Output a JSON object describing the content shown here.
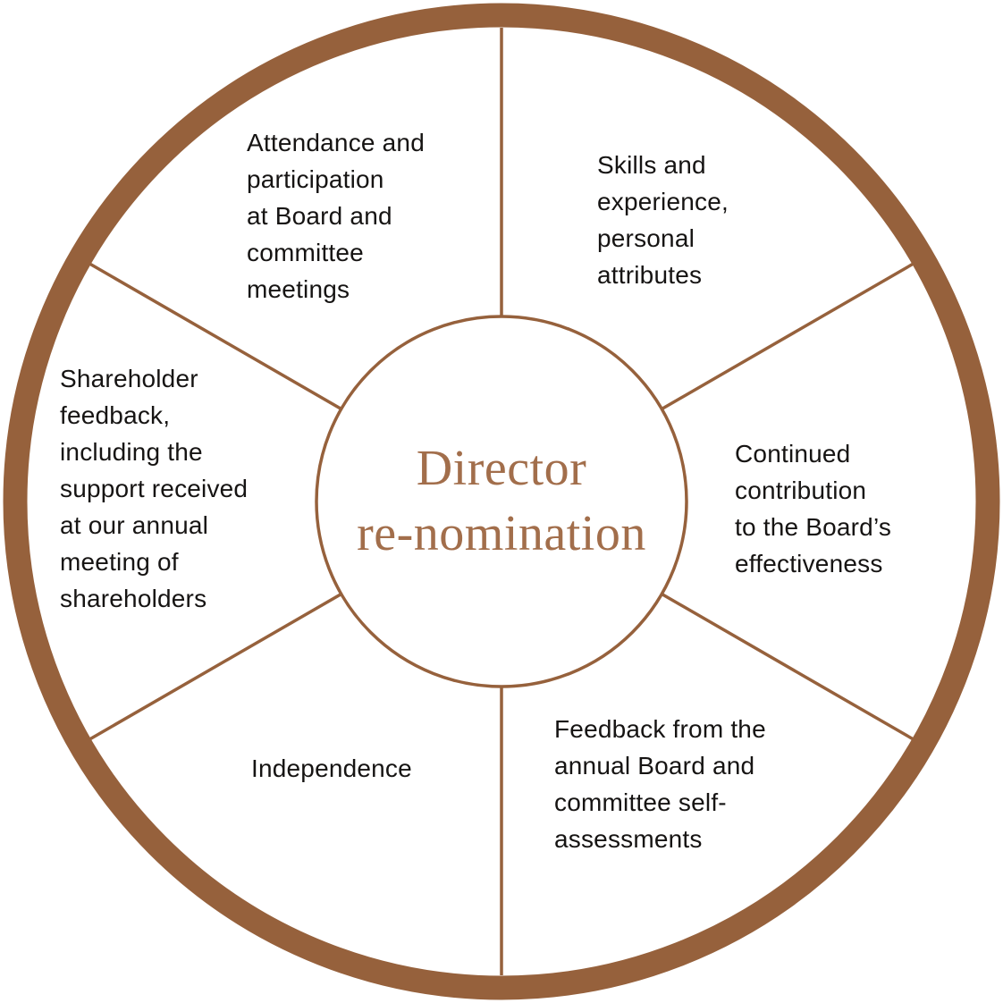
{
  "diagram": {
    "center": {
      "title": "Director\nre-nomination"
    },
    "segments": [
      {
        "position": "top-left",
        "label": "Attendance and\nparticipation\nat Board and\ncommittee\nmeetings"
      },
      {
        "position": "top-right",
        "label": "Skills and\nexperience,\npersonal\nattributes"
      },
      {
        "position": "right",
        "label": "Continued\ncontribution\nto the Board’s\neffectiveness"
      },
      {
        "position": "bottom-right",
        "label": "Feedback from the\nannual Board and\ncommittee self-\nassessments"
      },
      {
        "position": "bottom-left",
        "label": "Independence"
      },
      {
        "position": "left",
        "label": "Shareholder\nfeedback,\nincluding the\nsupport received\nat our annual\nmeeting of\nshareholders"
      }
    ],
    "colors": {
      "ring": "#96613c",
      "spoke": "#96613c",
      "inner_circle": "#96613c",
      "center_text": "#a26e4b",
      "label_text": "#161413",
      "background": "#ffffff"
    }
  }
}
